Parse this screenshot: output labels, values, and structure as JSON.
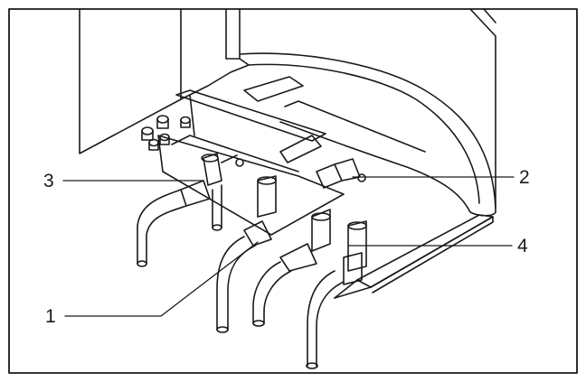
{
  "diagram": {
    "callouts": [
      {
        "id": "callout-1",
        "label": "1"
      },
      {
        "id": "callout-2",
        "label": "2"
      },
      {
        "id": "callout-3",
        "label": "3"
      },
      {
        "id": "callout-4",
        "label": "4"
      }
    ],
    "colors": {
      "line": "#1a1a1a",
      "fill": "#ffffff",
      "background": "#ffffff"
    }
  }
}
